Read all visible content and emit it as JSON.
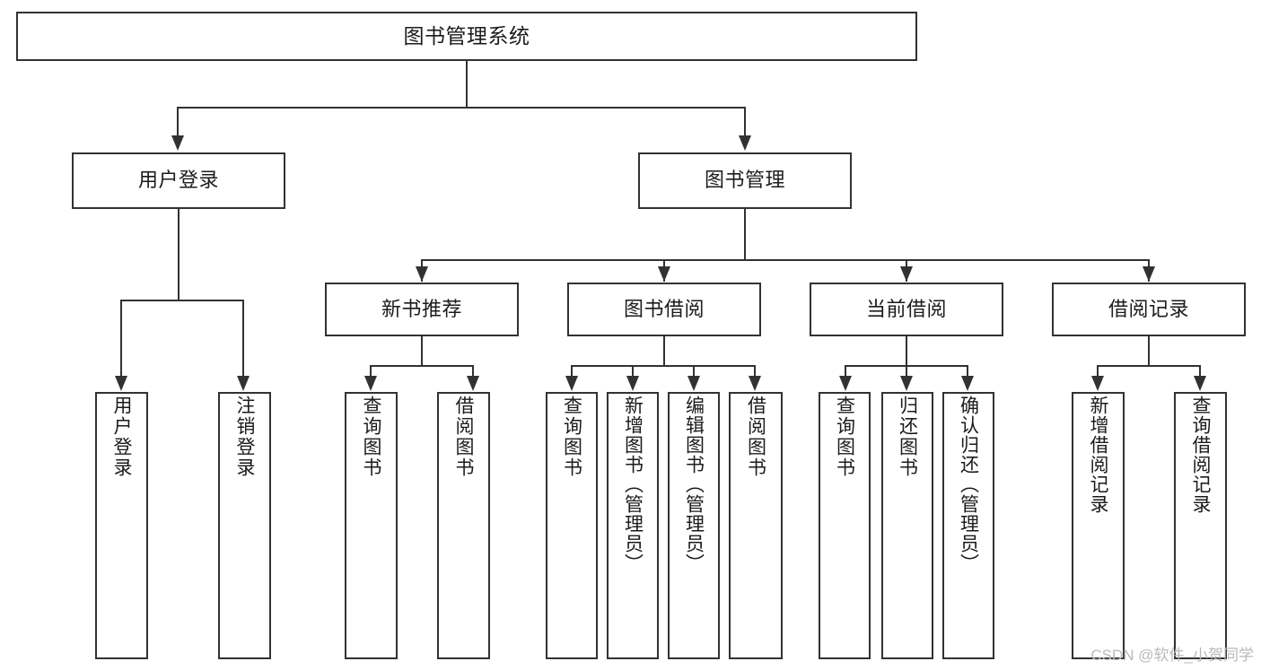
{
  "diagram": {
    "type": "tree-hierarchy-chart",
    "title": "图书管理系统",
    "nodes": {
      "root": {
        "label": "图书管理系统"
      },
      "level2": [
        {
          "id": "user-login",
          "label": "用户登录"
        },
        {
          "id": "book-manage",
          "label": "图书管理"
        }
      ],
      "level3": [
        {
          "id": "new-book-recommend",
          "label": "新书推荐"
        },
        {
          "id": "book-borrow",
          "label": "图书借阅"
        },
        {
          "id": "current-borrow",
          "label": "当前借阅"
        },
        {
          "id": "borrow-record",
          "label": "借阅记录"
        }
      ],
      "leaves": {
        "user-login": [
          {
            "id": "leaf-user-login",
            "label": "用户登录"
          },
          {
            "id": "leaf-logout-login",
            "label": "注销登录"
          }
        ],
        "new-book-recommend": [
          {
            "id": "leaf-query-book-1",
            "label": "查询图书"
          },
          {
            "id": "leaf-borrow-book-1",
            "label": "借阅图书"
          }
        ],
        "book-borrow": [
          {
            "id": "leaf-query-book-2",
            "label": "查询图书"
          },
          {
            "id": "leaf-add-book",
            "label": "新增图书（管理员）"
          },
          {
            "id": "leaf-edit-book",
            "label": "编辑图书（管理员）"
          },
          {
            "id": "leaf-borrow-book-2",
            "label": "借阅图书"
          }
        ],
        "current-borrow": [
          {
            "id": "leaf-query-book-3",
            "label": "查询图书"
          },
          {
            "id": "leaf-return-book",
            "label": "归还图书"
          },
          {
            "id": "leaf-confirm-return",
            "label": "确认归还（管理员）"
          }
        ],
        "borrow-record": [
          {
            "id": "leaf-add-record",
            "label": "新增借阅记录"
          },
          {
            "id": "leaf-query-record",
            "label": "查询借阅记录"
          }
        ]
      }
    },
    "colors": {
      "stroke": "#33322f",
      "fill": "#ffffff",
      "text": "#1b1b1b",
      "watermark": "#b9b9b9"
    }
  },
  "watermark": {
    "text": "CSDN @软件_小贺同学"
  }
}
